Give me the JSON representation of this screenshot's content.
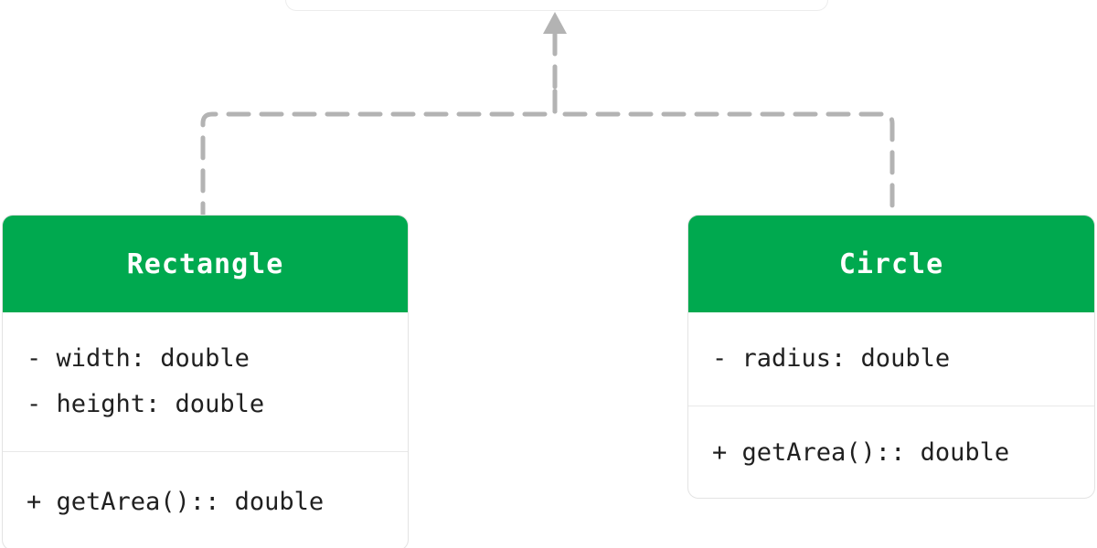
{
  "diagram": {
    "type": "uml-class-diagram",
    "relationship": "inheritance",
    "background_color": "#ffffff",
    "header_color": "#00a94f",
    "header_text_color": "#ffffff",
    "connector_color": "#b3b3b3",
    "border_color": "#e3e3e3",
    "member_text_color": "#202020"
  },
  "parent_class": {
    "name": "",
    "visible": "partially clipped at top edge"
  },
  "classes": [
    {
      "id": "rectangle",
      "title": "Rectangle",
      "attributes": [
        "- width: double",
        "- height: double"
      ],
      "methods": [
        "+ getArea():: double"
      ]
    },
    {
      "id": "circle",
      "title": "Circle",
      "attributes": [
        "- radius: double"
      ],
      "methods": [
        "+ getArea():: double"
      ]
    }
  ]
}
